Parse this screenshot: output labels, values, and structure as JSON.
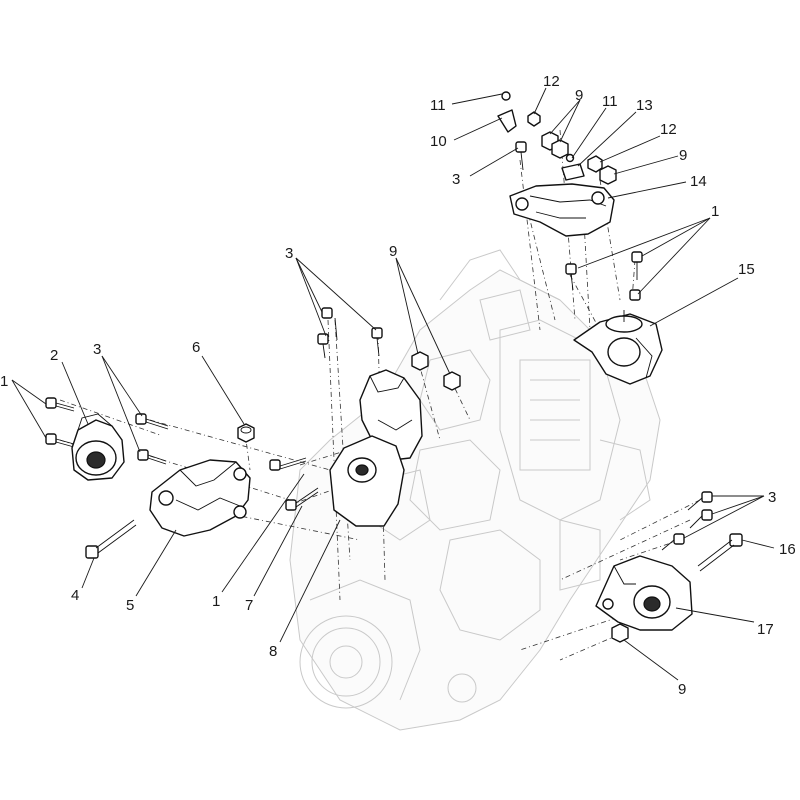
{
  "callouts": [
    {
      "id": "c1a",
      "text": "1"
    },
    {
      "id": "c2",
      "text": "2"
    },
    {
      "id": "c3a",
      "text": "3"
    },
    {
      "id": "c6",
      "text": "6"
    },
    {
      "id": "c4",
      "text": "4"
    },
    {
      "id": "c5",
      "text": "5"
    },
    {
      "id": "c1b",
      "text": "1"
    },
    {
      "id": "c7",
      "text": "7"
    },
    {
      "id": "c8",
      "text": "8"
    },
    {
      "id": "c3b",
      "text": "3"
    },
    {
      "id": "c9a",
      "text": "9"
    },
    {
      "id": "c11a",
      "text": "11"
    },
    {
      "id": "c10",
      "text": "10"
    },
    {
      "id": "c12a",
      "text": "12"
    },
    {
      "id": "c9b",
      "text": "9"
    },
    {
      "id": "c11b",
      "text": "11"
    },
    {
      "id": "c13",
      "text": "13"
    },
    {
      "id": "c12b",
      "text": "12"
    },
    {
      "id": "c9c",
      "text": "9"
    },
    {
      "id": "c3c",
      "text": "3"
    },
    {
      "id": "c14",
      "text": "14"
    },
    {
      "id": "c1c",
      "text": "1"
    },
    {
      "id": "c15",
      "text": "15"
    },
    {
      "id": "c3d",
      "text": "3"
    },
    {
      "id": "c16",
      "text": "16"
    },
    {
      "id": "c17",
      "text": "17"
    },
    {
      "id": "c9d",
      "text": "9"
    }
  ]
}
